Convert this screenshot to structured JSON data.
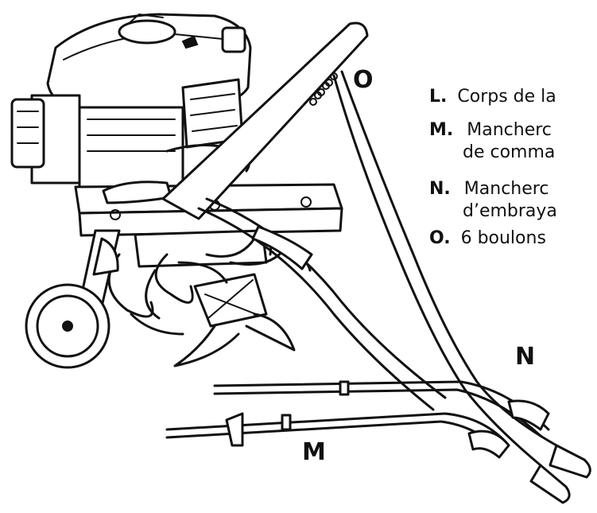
{
  "callouts": {
    "O": "O",
    "N": "N",
    "M": "M"
  },
  "legend": [
    {
      "key": "L.",
      "line1": "Corps de la",
      "line2": ""
    },
    {
      "key": "M.",
      "line1": "Mancherc",
      "line2": "de comma"
    },
    {
      "key": "N.",
      "line1": "Mancherc",
      "line2": "d’embraya"
    },
    {
      "key": "O.",
      "line1": "6 boulons",
      "line2": ""
    }
  ]
}
